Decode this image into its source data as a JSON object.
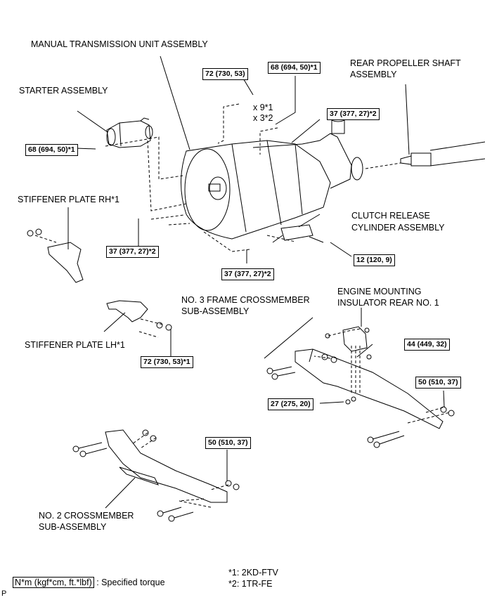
{
  "diagram": {
    "type": "exploded-parts-diagram",
    "subject": "Manual transmission removal/installation"
  },
  "components": {
    "manual_transmission": "MANUAL TRANSMISSION UNIT ASSEMBLY",
    "starter": "STARTER ASSEMBLY",
    "rear_propeller_shaft_l1": "REAR PROPELLER SHAFT",
    "rear_propeller_shaft_l2": "ASSEMBLY",
    "stiffener_rh": "STIFFENER PLATE RH*1",
    "clutch_release_l1": "CLUTCH RELEASE",
    "clutch_release_l2": "CYLINDER ASSEMBLY",
    "stiffener_lh": "STIFFENER PLATE LH*1",
    "no3_frame_l1": "NO. 3 FRAME CROSSMEMBER",
    "no3_frame_l2": "SUB-ASSEMBLY",
    "engine_mount_l1": "ENGINE MOUNTING",
    "engine_mount_l2": "INSULATOR REAR NO. 1",
    "no2_cross_l1": "NO. 2 CROSSMEMBER",
    "no2_cross_l2": "SUB-ASSEMBLY"
  },
  "torques": {
    "t_72_top": "72 (730, 53)",
    "t_68_top": "68 (694, 50)*1",
    "bolt_count_1": "x 9*1",
    "bolt_count_2": "x 3*2",
    "t_37_top": "37 (377, 27)*2",
    "t_68_starter": "68 (694, 50)*1",
    "t_37_left": "37 (377, 27)*2",
    "t_37_bottom": "37 (377, 27)*2",
    "t_12_clutch": "12 (120, 9)",
    "t_72_lh": "72 (730, 53)*1",
    "t_44_mount": "44 (449, 32)",
    "t_50_right": "50 (510, 37)",
    "t_27_mount": "27 (275, 20)",
    "t_50_no2": "50 (510, 37)"
  },
  "legend": {
    "unit_box": "N*m (kgf*cm, ft.*lbf)",
    "unit_desc": ": Specified torque",
    "note1": "*1: 2KD-FTV",
    "note2": "*2: 1TR-FE",
    "page_marker": "P"
  }
}
